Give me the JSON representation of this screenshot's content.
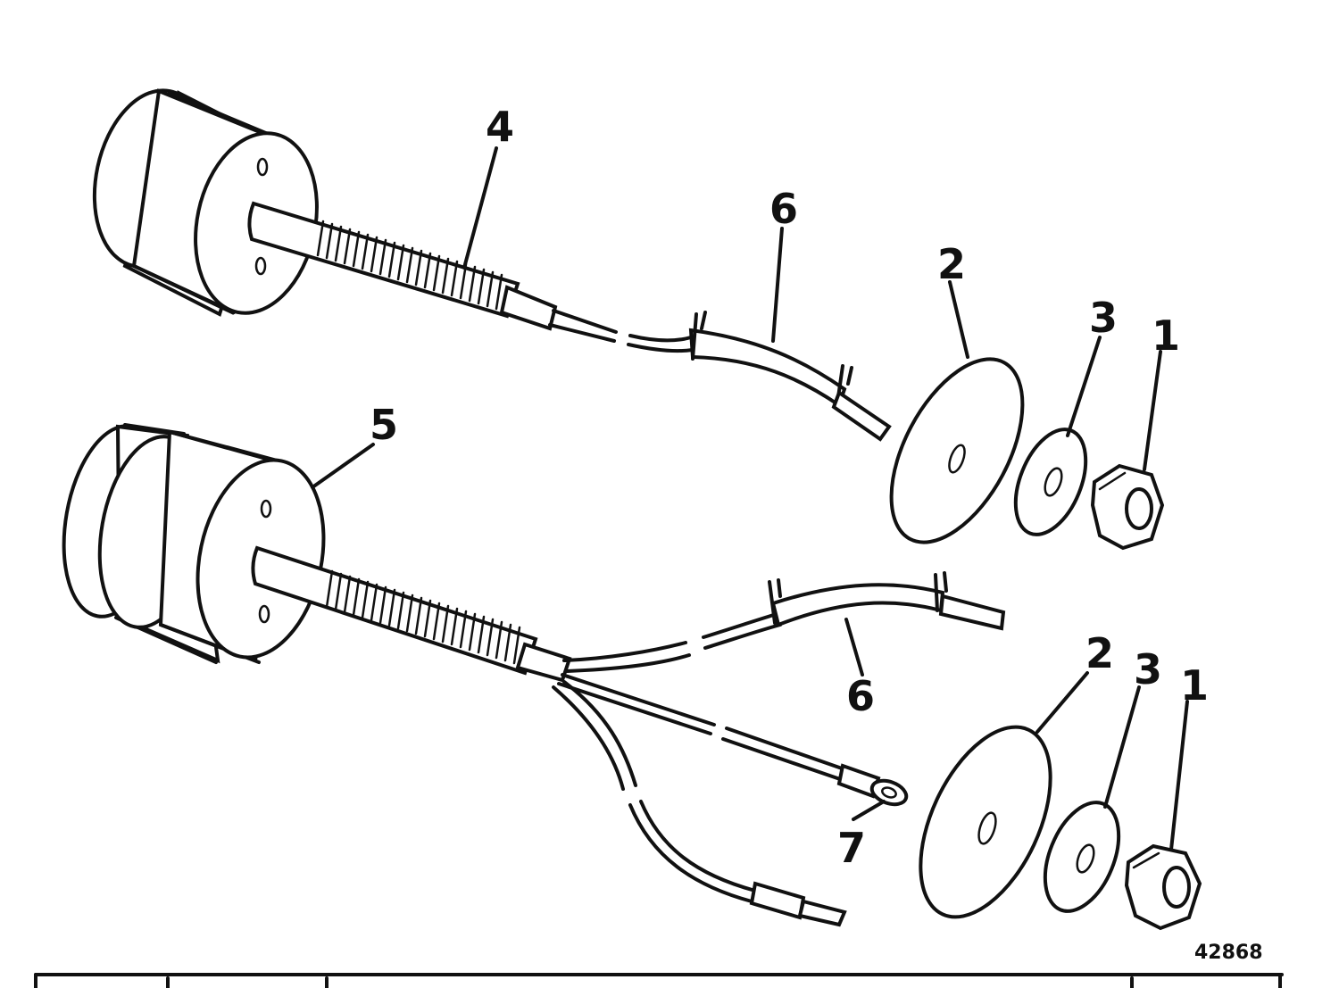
{
  "diagram": {
    "callouts": {
      "c4": "4",
      "c6_upper": "6",
      "c2_upper": "2",
      "c3_upper": "3",
      "c1_upper": "1",
      "c5": "5",
      "c2_lower": "2",
      "c3_lower": "3",
      "c1_lower": "1",
      "c6_lower": "6",
      "c7": "7"
    },
    "figure_number": "42868"
  },
  "colors": {
    "ink": "#111111",
    "paper": "#ffffff"
  }
}
